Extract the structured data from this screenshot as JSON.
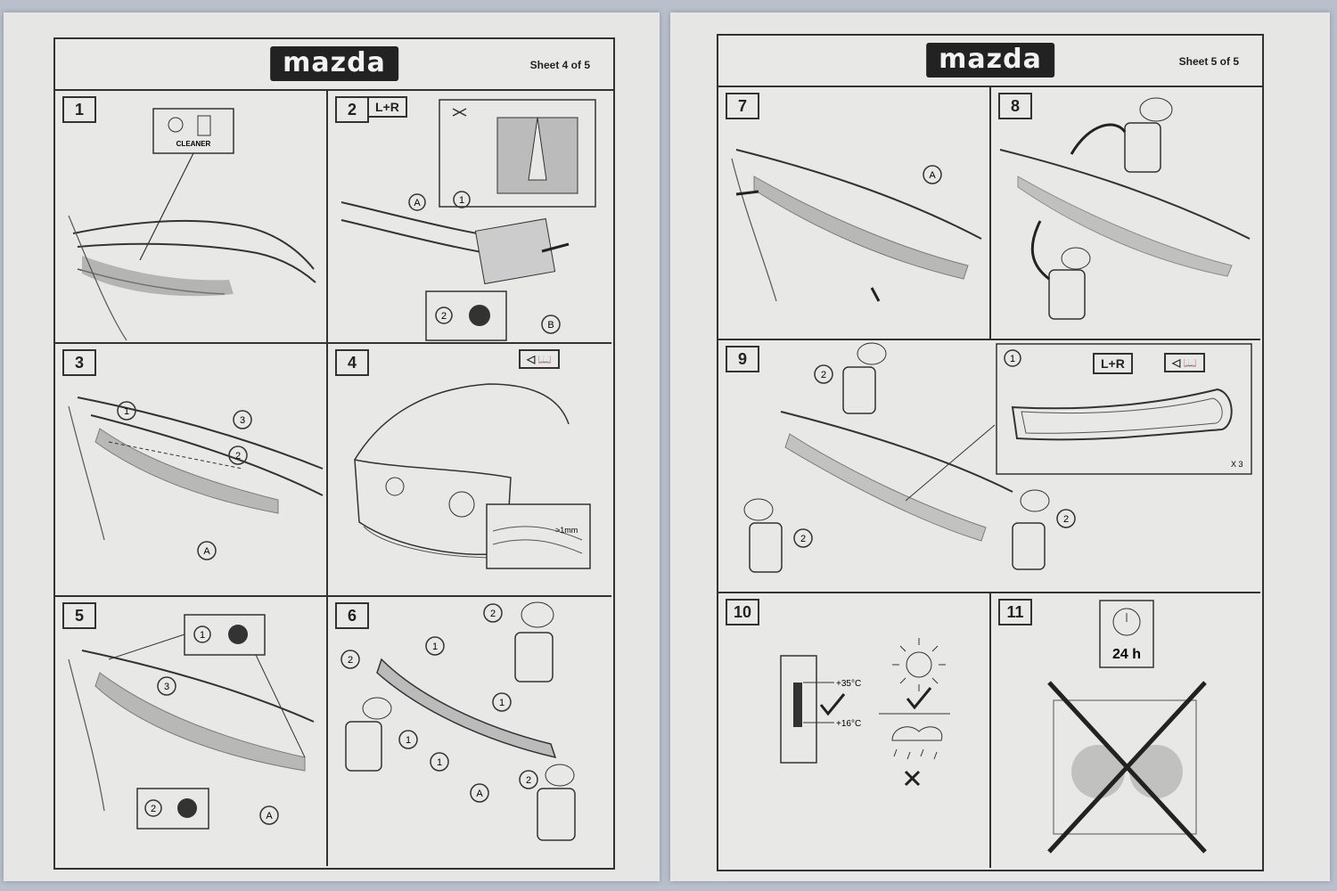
{
  "left_sheet": {
    "brand": "mazda",
    "sheet_label": "Sheet 4 of 5",
    "steps": [
      {
        "number": "1",
        "cleaner_label": "CLEANER"
      },
      {
        "number": "2",
        "side_badge": "L+R",
        "callouts": [
          "A",
          "1",
          "2",
          "B"
        ]
      },
      {
        "number": "3",
        "callouts": [
          "1",
          "3",
          "2",
          "A"
        ]
      },
      {
        "number": "4",
        "gap_label": ">1mm"
      },
      {
        "number": "5",
        "callouts": [
          "1",
          "3",
          "2",
          "A"
        ]
      },
      {
        "number": "6",
        "callouts": [
          "2",
          "1",
          "2",
          "1",
          "1",
          "1",
          "A",
          "2"
        ]
      }
    ]
  },
  "right_sheet": {
    "brand": "mazda",
    "sheet_label": "Sheet 5 of 5",
    "steps": [
      {
        "number": "7",
        "callouts": [
          "A"
        ]
      },
      {
        "number": "8"
      },
      {
        "number": "9",
        "side_badge": "L+R",
        "inset_callout": "1",
        "repeat_label": "X 3",
        "callouts": [
          "2",
          "2",
          "2"
        ]
      },
      {
        "number": "10",
        "temp_high": "+35°C",
        "temp_low": "+16°C"
      },
      {
        "number": "11",
        "time_label": "24 h"
      }
    ]
  },
  "colors": {
    "paper": "#e8e8e6",
    "ink": "#222222",
    "background": "#b9c0cc"
  }
}
